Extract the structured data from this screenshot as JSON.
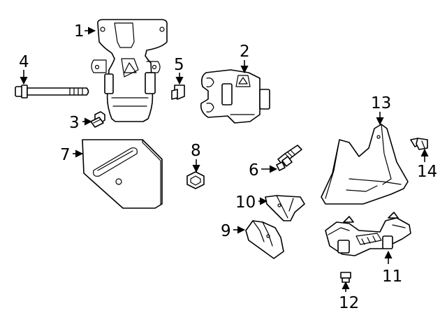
{
  "colors": {
    "line": "#000000",
    "background": "#ffffff"
  },
  "callouts": {
    "c1": "1",
    "c2": "2",
    "c3": "3",
    "c4": "4",
    "c5": "5",
    "c6": "6",
    "c7": "7",
    "c8": "8",
    "c9": "9",
    "c10": "10",
    "c11": "11",
    "c12": "12",
    "c13": "13",
    "c14": "14"
  }
}
